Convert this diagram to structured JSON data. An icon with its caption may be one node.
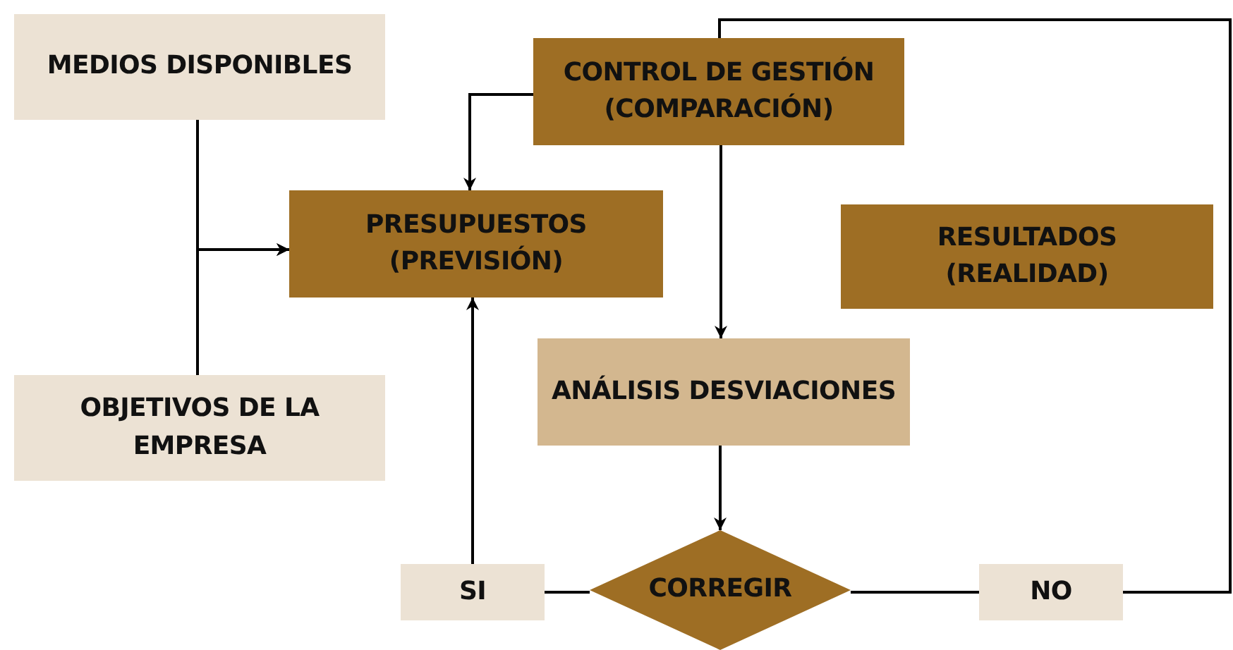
{
  "diagram": {
    "nodes": [
      {
        "text": [
          "MEDIOS DISPONIBLES"
        ]
      },
      {
        "text": [
          "CONTROL DE GESTIÓN (COMPARACIÓN)"
        ]
      },
      {
        "text": [
          "PRESUPUESTOS (PREVISIÓN)"
        ]
      },
      {
        "text": [
          "RESULTADOS (REALIDAD)"
        ]
      },
      {
        "text": [
          "ANÁLISIS DESVIACIONES"
        ]
      },
      {
        "text": [
          "OBJETIVOS DE LA EMPRESA"
        ]
      },
      {
        "text": [
          "SI"
        ]
      },
      {
        "text": [
          "CORREGIR"
        ]
      },
      {
        "text": [
          "NO"
        ]
      }
    ],
    "edges": [
      {
        "from": 0,
        "to": 2,
        "arrow": "to"
      },
      {
        "from": 5,
        "to": 2,
        "arrow": "to"
      },
      {
        "from": 1,
        "to": 2,
        "arrow": "to"
      },
      {
        "from": 1,
        "to": 4,
        "arrow": "to"
      },
      {
        "from": 4,
        "to": 7,
        "arrow": "to"
      },
      {
        "from": 7,
        "to": 6,
        "arrow": "none"
      },
      {
        "from": 6,
        "to": 2,
        "arrow": "to"
      },
      {
        "from": 7,
        "to": 8,
        "arrow": "none"
      },
      {
        "from": 8,
        "to": 1,
        "arrow": "none"
      }
    ]
  }
}
